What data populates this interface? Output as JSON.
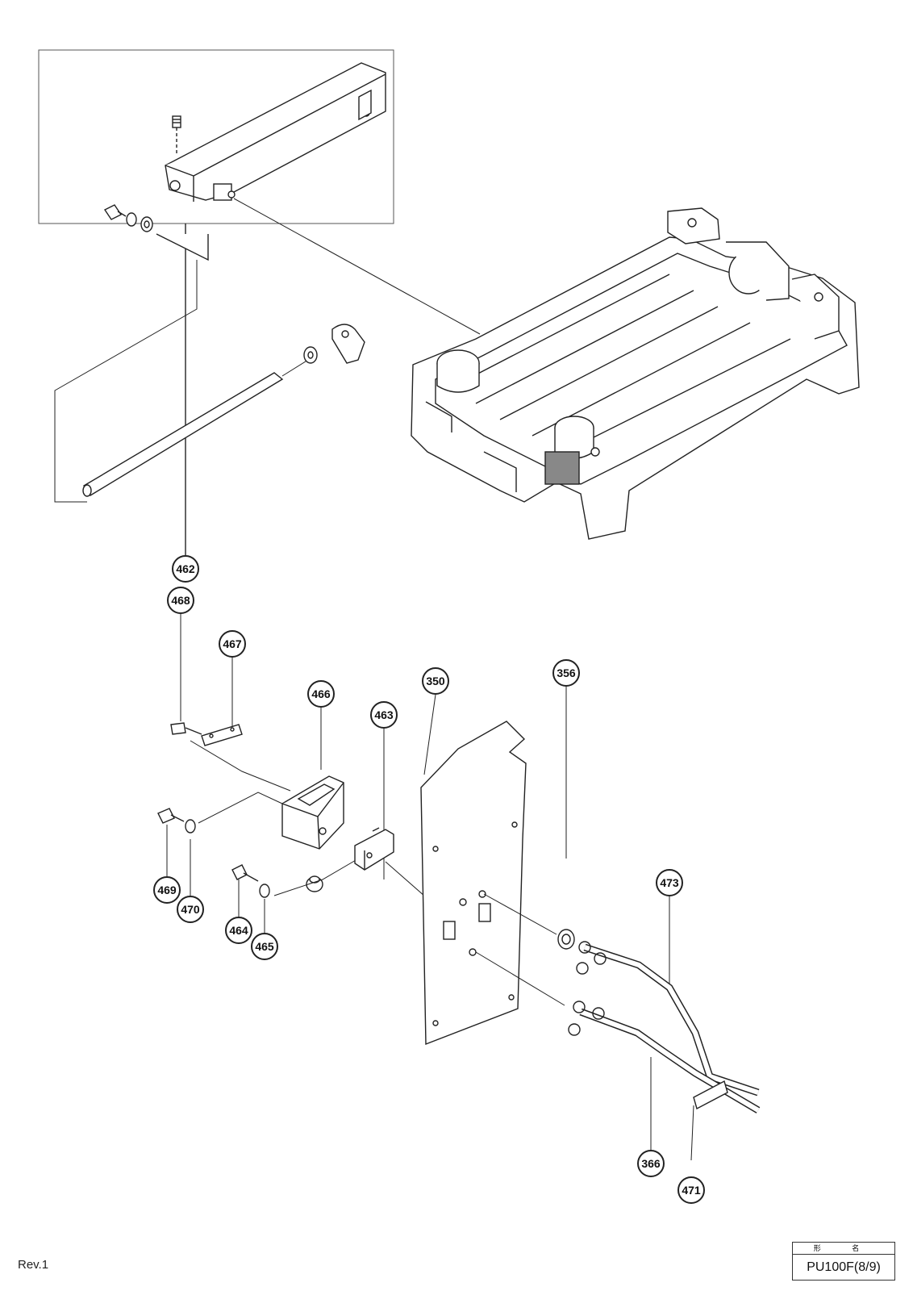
{
  "parts": [
    {
      "id": "callout-462",
      "label": "462"
    },
    {
      "id": "callout-468",
      "label": "468"
    },
    {
      "id": "callout-467",
      "label": "467"
    },
    {
      "id": "callout-466",
      "label": "466"
    },
    {
      "id": "callout-463",
      "label": "463"
    },
    {
      "id": "callout-350",
      "label": "350"
    },
    {
      "id": "callout-356",
      "label": "356"
    },
    {
      "id": "callout-469",
      "label": "469"
    },
    {
      "id": "callout-470",
      "label": "470"
    },
    {
      "id": "callout-464",
      "label": "464"
    },
    {
      "id": "callout-465",
      "label": "465"
    },
    {
      "id": "callout-473",
      "label": "473"
    },
    {
      "id": "callout-366",
      "label": "366"
    },
    {
      "id": "callout-471",
      "label": "471"
    }
  ],
  "footer": {
    "revision": "Rev.1",
    "title_label": "形 名",
    "model": "PU100F(8/9)"
  }
}
